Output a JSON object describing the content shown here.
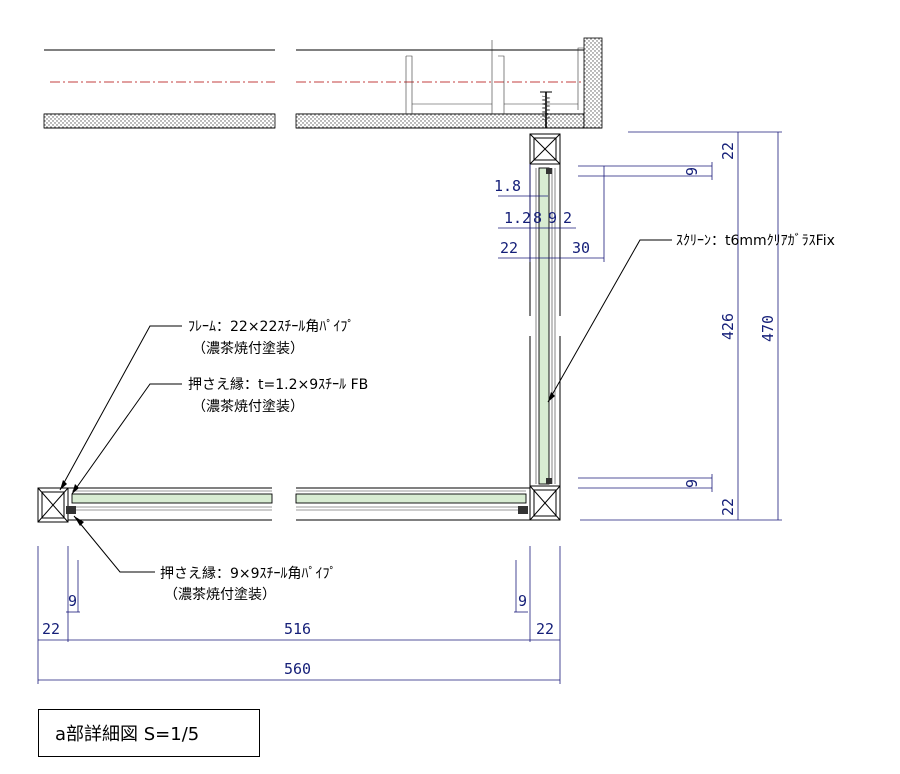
{
  "title": "a部詳細図 S=1/5",
  "notes": {
    "frame_line1": "ﾌﾚｰﾑ：22×22ｽﾁｰﾙ角ﾊﾟｲﾌﾟ",
    "frame_line2": "（濃茶焼付塗装）",
    "fb_line1": "押さえ縁：t=1.2×9ｽﾁｰﾙ FB",
    "fb_line2": "（濃茶焼付塗装）",
    "pipe_line1": "押さえ縁：9×9ｽﾁｰﾙ角ﾊﾟｲﾌﾟ",
    "pipe_line2": "（濃茶焼付塗装）",
    "screen": "ｽｸﾘｰﾝ：t6mmｸﾘｱｶﾞﾗｽFix"
  },
  "dimensions": {
    "d_1_8": "1.8",
    "d_1_2": "1.2",
    "d_8": "8",
    "d_9a": "9",
    "d_2": "2",
    "d_22a": "22",
    "d_30": "30",
    "r_22_top": "22",
    "r_9_top": "9",
    "r_426": "426",
    "r_470": "470",
    "r_9_bot": "9",
    "r_22_bot": "22",
    "b_9_left": "9",
    "b_9_right": "9",
    "b_22_left": "22",
    "b_516": "516",
    "b_22_right": "22",
    "b_560": "560"
  }
}
